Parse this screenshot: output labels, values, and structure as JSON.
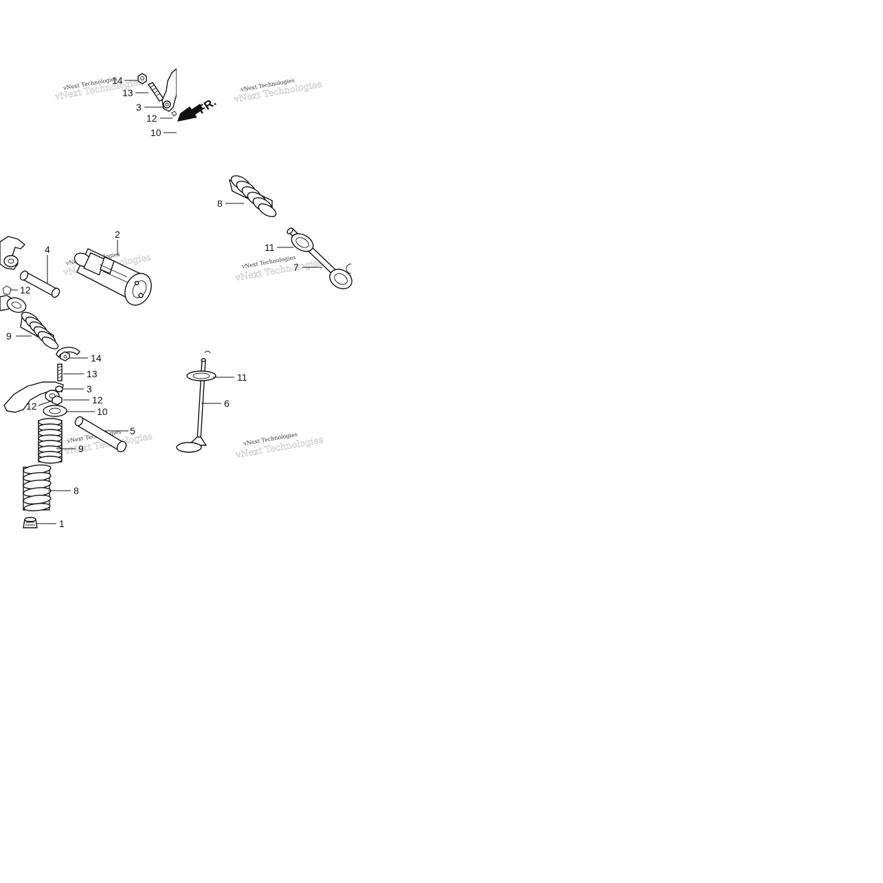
{
  "diagram": {
    "callouts": {
      "p14_top": "14",
      "p13_top": "13",
      "p3_top": "3",
      "p12_top": "12",
      "p10_top": "10",
      "p8_upper": "8",
      "p2": "2",
      "p4": "4",
      "p11_upper": "11",
      "p7": "7",
      "p12_mid": "12",
      "p9_mid": "9",
      "p14_mid": "14",
      "p13_mid": "13",
      "p3_mid": "3",
      "p12_mid_right": "12",
      "p12_mid_left": "12",
      "p10_mid": "10",
      "p5": "5",
      "p9_low": "9",
      "p8_low": "8",
      "p1": "1",
      "p11_low": "11",
      "p6": "6"
    },
    "front_arrow_label": "FR.",
    "watermark": {
      "text": "vNext Technologies",
      "ghost_text": "vNext Technologies"
    }
  }
}
